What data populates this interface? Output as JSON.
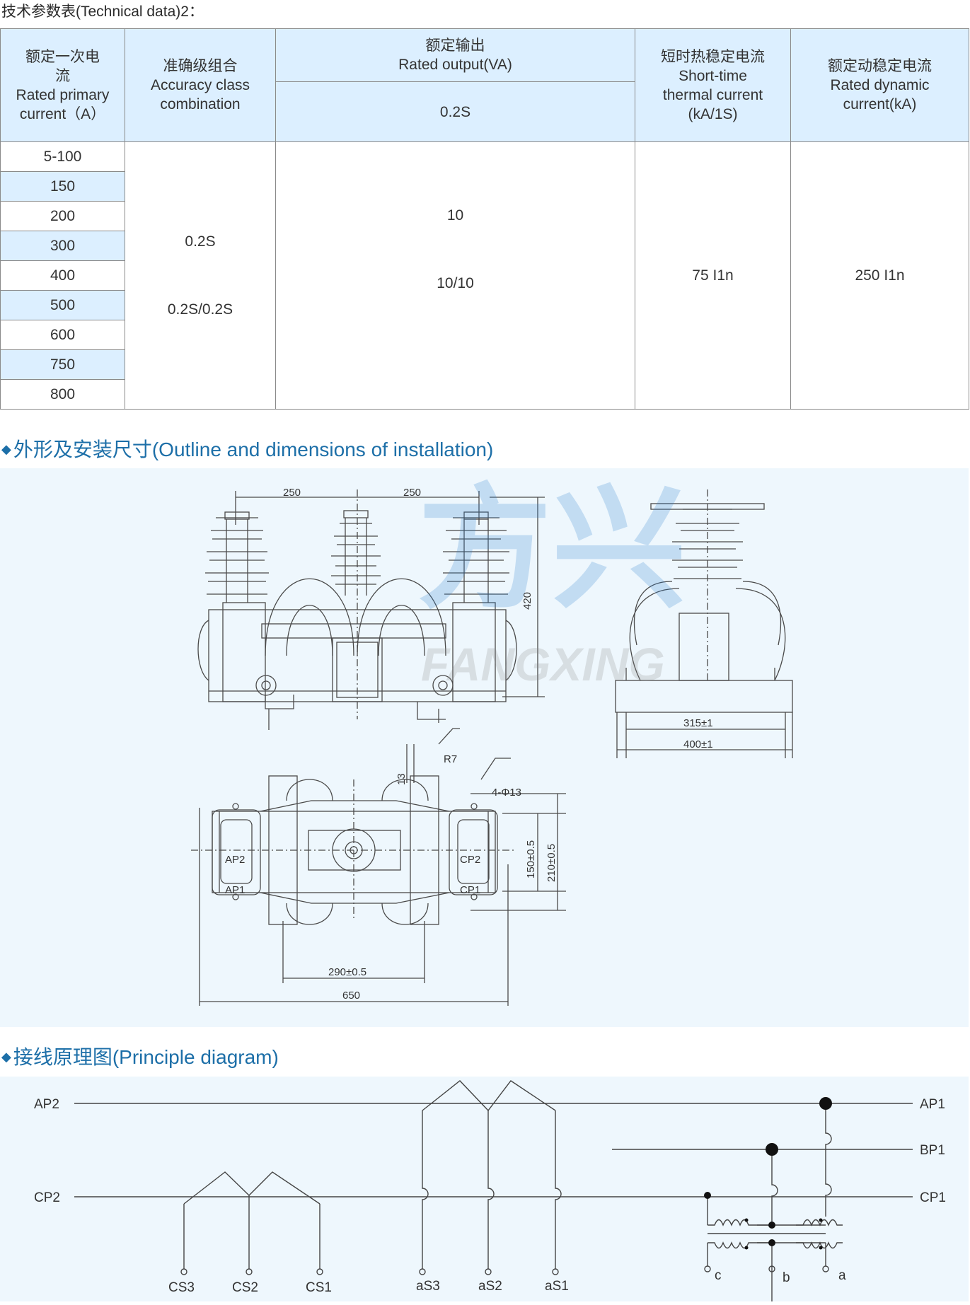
{
  "page_title": "技术参数表(Technical data)2：",
  "table": {
    "headers": {
      "primary_current_cn": "额定一次电流",
      "primary_current_en": "Rated primary current（A）",
      "accuracy_cn": "准确级组合",
      "accuracy_en": "Accuracy class combination",
      "output_cn": "额定输出",
      "output_en": "Rated output(VA)",
      "output_sub": "0.2S",
      "thermal_cn": "短时热稳定电流",
      "thermal_en": "Short-time thermal current (kA/1S)",
      "dynamic_cn": "额定动稳定电流",
      "dynamic_en": "Rated dynamic current(kA)"
    },
    "currents": [
      "5-100",
      "150",
      "200",
      "300",
      "400",
      "500",
      "600",
      "750",
      "800"
    ],
    "accuracy": [
      "0.2S",
      "0.2S/0.2S"
    ],
    "outputs": [
      "10",
      "10/10"
    ],
    "thermal": "75 I1n",
    "dynamic": "250 I1n"
  },
  "outline_section": {
    "title": "外形及安装尺寸(Outline and dimensions of installation)",
    "watermark_cn": "方兴",
    "watermark_en": "FANGXING",
    "dims": {
      "d250a": "250",
      "d250b": "250",
      "d420": "420",
      "d315": "315±1",
      "d400": "400±1",
      "r7": "R7",
      "d13": "13",
      "holes": "4-Φ13",
      "d150": "150±0.5",
      "d210": "210±0.5",
      "d290": "290±0.5",
      "d650": "650"
    },
    "terminals": {
      "ap2": "AP2",
      "ap1": "AP1",
      "cp2": "CP2",
      "cp1": "CP1"
    }
  },
  "principle_section": {
    "title": "接线原理图(Principle diagram)",
    "lines": {
      "ap2": "AP2",
      "cp2": "CP2",
      "ap1": "AP1",
      "bp1": "BP1",
      "cp1": "CP1"
    },
    "secondary": {
      "cs3": "CS3",
      "cs2": "CS2",
      "cs1": "CS1",
      "as3": "aS3",
      "as2": "aS2",
      "as1": "aS1"
    },
    "vt_terminals": {
      "c": "c",
      "b": "b",
      "a": "a"
    }
  }
}
